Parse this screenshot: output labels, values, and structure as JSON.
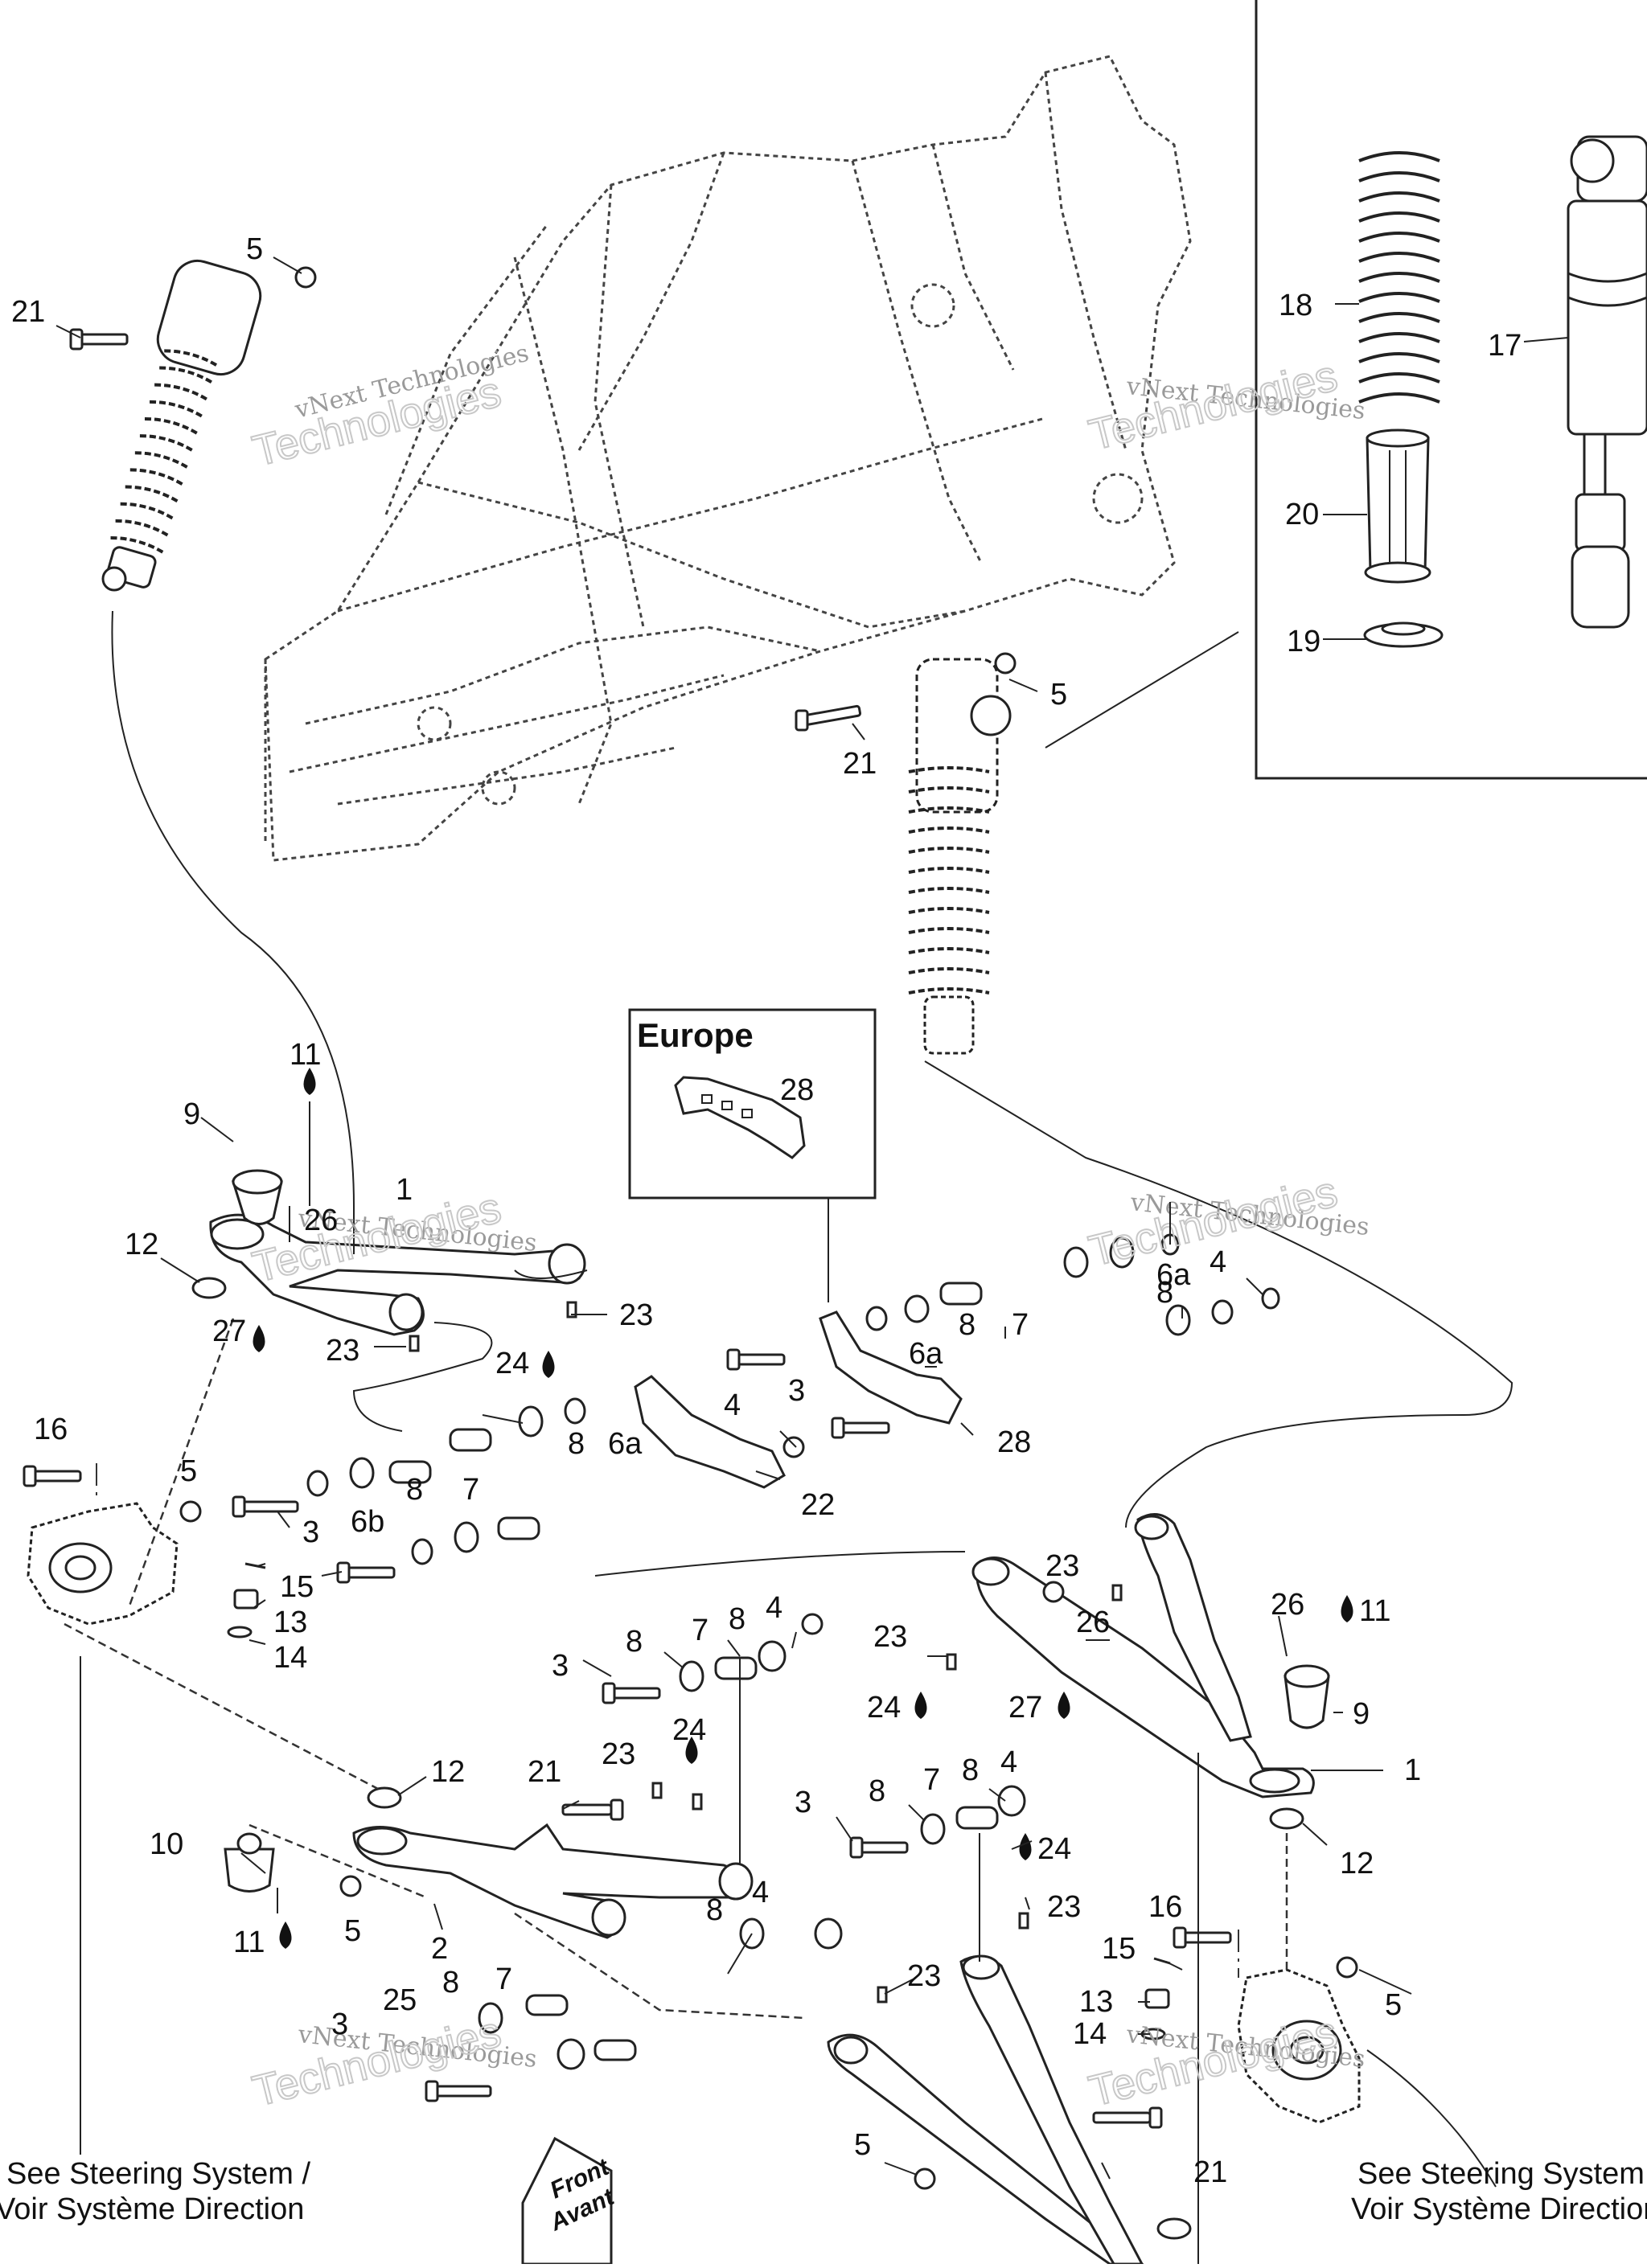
{
  "diagram": {
    "inset_box_title": "Europe",
    "europe_part": "28",
    "front_label": "Front",
    "front_label_fr": "Avant",
    "steering_ref_left": [
      "See Steering System /",
      "Voir Système Direction"
    ],
    "steering_ref_right": [
      "See Steering System /",
      "Voir Système Direction"
    ],
    "watermark_line1": "vNext Technologies",
    "watermark_line2": "Technologies",
    "callouts": {
      "c1": "1",
      "c2": "2",
      "c3": "3",
      "c4": "4",
      "c5": "5",
      "c6a": "6a",
      "c6b": "6b",
      "c7": "7",
      "c8": "8",
      "c9": "9",
      "c10": "10",
      "c11": "11",
      "c12": "12",
      "c13": "13",
      "c14": "14",
      "c15": "15",
      "c16": "16",
      "c17": "17",
      "c18": "18",
      "c19": "19",
      "c20": "20",
      "c21": "21",
      "c22": "22",
      "c23": "23",
      "c24": "24",
      "c25": "25",
      "c26": "26",
      "c27": "27",
      "c28": "28"
    }
  }
}
